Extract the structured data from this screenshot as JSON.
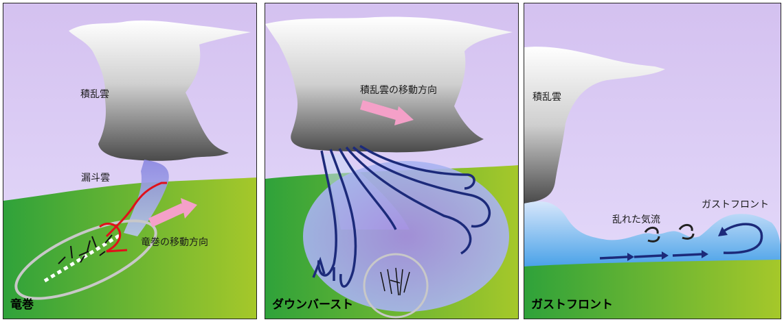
{
  "panels": [
    {
      "title": "竜巻",
      "labels": {
        "cloud": "積乱雲",
        "funnel": "漏斗雲",
        "direction": "竜巻の移動方向"
      }
    },
    {
      "title": "ダウンバースト",
      "labels": {
        "direction": "積乱雲の移動方向"
      }
    },
    {
      "title": "ガストフロント",
      "labels": {
        "cloud": "積乱雲",
        "turbulence": "乱れた気流",
        "gustfront": "ガストフロント"
      }
    }
  ],
  "colors": {
    "sky_top": "#d5c2f0",
    "sky_bottom": "#e8e0ff",
    "ground_light": "#9ccc2e",
    "ground_dark": "#3aa03c",
    "cloud_dark": "#555555",
    "arrow_navy": "#1c2a7a",
    "arrow_pink": "#f4a0c8",
    "arrow_red": "#e0101a",
    "ellipse_gray": "#c8c8c8"
  }
}
